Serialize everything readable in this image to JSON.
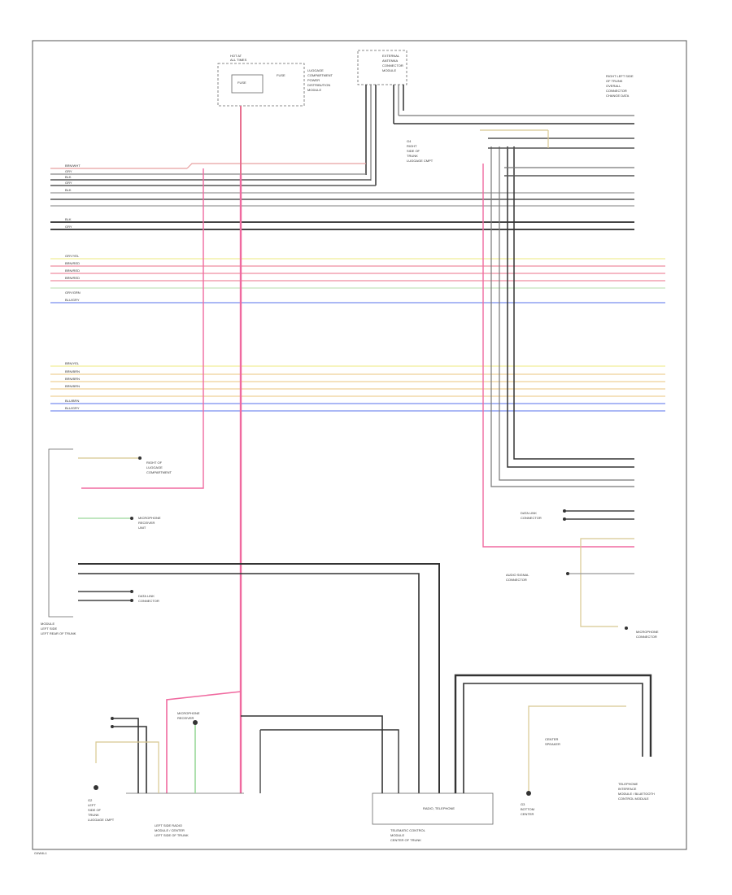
{
  "diagram": {
    "title": "",
    "components": {
      "fuse_panel": [
        "HOT AT",
        "ALL TIMES"
      ],
      "fuse_label": [
        "FUSE",
        "FUSE"
      ],
      "fuse_panel_desc": [
        "LUGGAGE",
        "COMPARTMENT",
        "POWER",
        "DISTRIBUTION",
        "MODULE"
      ],
      "antenna_module": [
        "EXTERNAL",
        "ANTENNA",
        "CONNECTOR",
        "MODULE"
      ],
      "right_side_ref": [
        "RIGHT LEFT SIDE",
        "OF TRUNK",
        "OVERALL",
        "CONNECTOR",
        "CHANGE DATA"
      ],
      "ground_upper": [
        "G4",
        "RIGHT",
        "SIDE OF",
        "TRUNK",
        "LUGGAGE CMPT"
      ],
      "ground_note": [
        "RIGHT OF",
        "LUGGAGE",
        "COMPARTMENT"
      ],
      "left_relay": [
        "MODULE",
        "LEFT SIDE",
        "LEFT REAR OF TRUNK"
      ],
      "main_module_left": [
        "LEFT SIDE RADIO",
        "MODULE / CENTER",
        "LEFT SIDE OF TRUNK"
      ],
      "main_module_center": [
        "RADIO, TELEPHONE",
        "TELEMATIC CONTROL",
        "MODULE",
        "CENTER OF TRUNK"
      ],
      "main_module_right": [
        "TELEPHONE",
        "INTERFACE",
        "MODULE / BLUETOOTH",
        "CONTROL MODULE"
      ],
      "ground_bottom_left": [
        "G2",
        "LEFT",
        "SIDE OF",
        "TRUNK",
        "LUGGAGE CMPT"
      ],
      "ground_bottom_right": [
        "G3",
        "BOTTOM",
        "CENTER"
      ],
      "mic_label": [
        "MICROPHONE",
        "RECEIVER",
        "UNIT"
      ],
      "left_side_refs": [
        "DATA LINK",
        "CONNECTOR"
      ],
      "right_side_refs2": [
        "DATA LINK",
        "CONNECTOR"
      ],
      "mic_right": [
        "MICROPHONE",
        "CONNECTOR"
      ],
      "audio_right": [
        "AUDIO SIGNAL",
        "CONNECTOR"
      ],
      "speaker_ref": [
        "CENTER",
        "SPEAKER"
      ]
    },
    "wire_labels_top": [
      "BRN/WHT",
      "GRY",
      "BLK",
      "GRY",
      "BLK",
      "BLK",
      "GRY"
    ],
    "wire_labels_mid": [
      "GRY/YEL",
      "BRN/RED",
      "BRN/RED",
      "BRN/RED",
      "GRY/GRN",
      "BLU/GRY"
    ],
    "wire_labels_low": [
      "BRN/YEL",
      "BRN/BRN",
      "BRN/BRN",
      "BRN/BRN",
      "BLU/BRN",
      "BLU/GRY"
    ],
    "footer_id": "G4W4L1"
  }
}
